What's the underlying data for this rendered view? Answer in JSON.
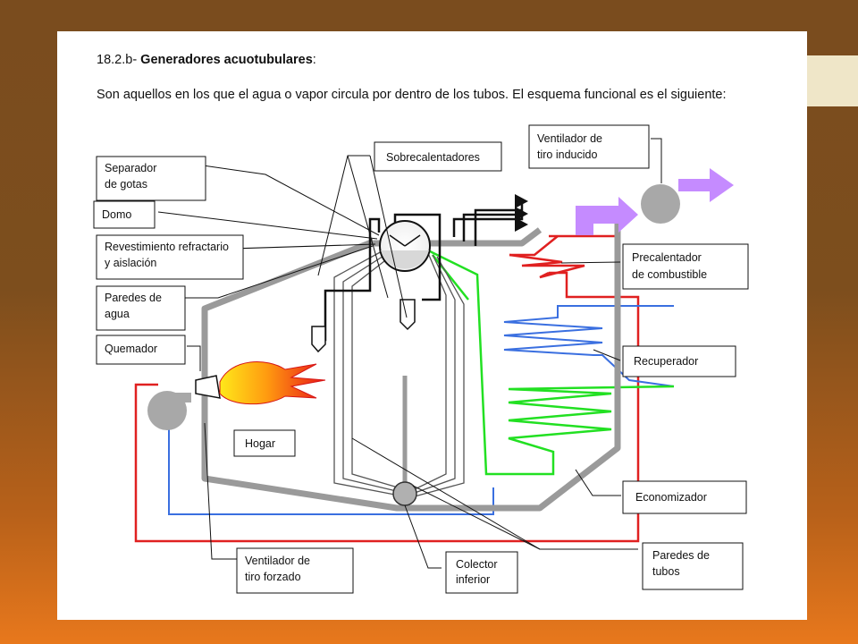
{
  "page": {
    "heading_prefix": "18.2.b- ",
    "heading_bold": "Generadores acuotubulares",
    "heading_suffix": ":",
    "intro": "Son aquellos en los que el agua o vapor circula por dentro de los tubos. El esquema funcional es el siguiente:"
  },
  "labels": {
    "separador": [
      "Separador",
      "de gotas"
    ],
    "domo": [
      "Domo"
    ],
    "revestimiento": [
      "Revestimiento refractario",
      "y aislación"
    ],
    "paredes_agua": [
      "Paredes de",
      "agua"
    ],
    "quemador": [
      "Quemador"
    ],
    "sobrecalentadores": [
      "Sobrecalentadores"
    ],
    "ventilador_inducido": [
      "Ventilador de",
      "tiro inducido"
    ],
    "precalentador": [
      "Precalentador",
      "de combustible"
    ],
    "recuperador": [
      "Recuperador"
    ],
    "economizador": [
      "Economizador"
    ],
    "hogar": [
      "Hogar"
    ],
    "ventilador_forzado": [
      "Ventilador de",
      "tiro forzado"
    ],
    "colector": [
      "Colector",
      "inferior"
    ],
    "paredes_tubos": [
      "Paredes de",
      "tubos"
    ]
  },
  "colors": {
    "wall_gray": "#9a9a9a",
    "red_line": "#e02020",
    "blue_line": "#3a6fe0",
    "green_line": "#22e022",
    "arrow_violet": "#c58bff",
    "flame_yellow": "#ffe81a",
    "flame_red": "#e81818"
  }
}
